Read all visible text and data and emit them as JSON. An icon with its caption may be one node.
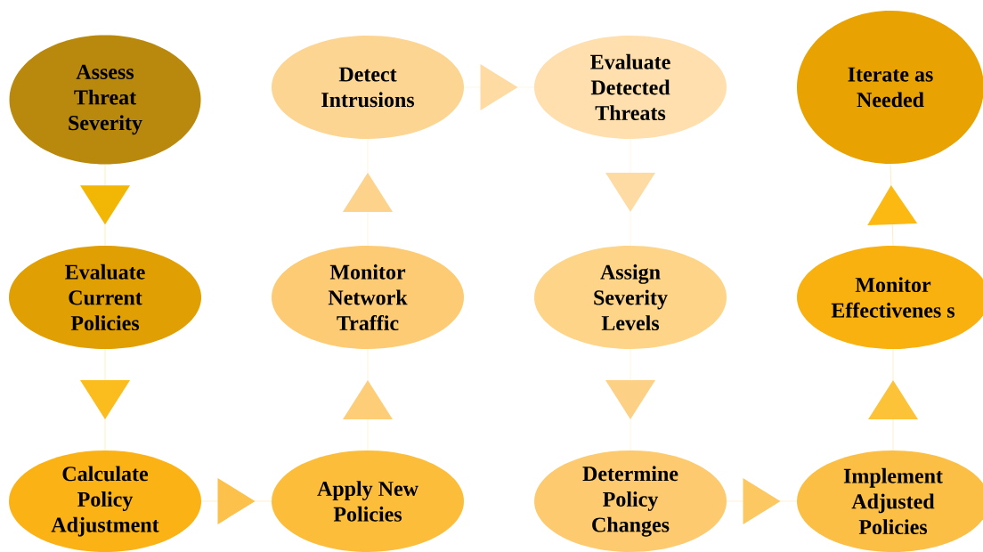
{
  "diagram": {
    "nodes": [
      {
        "text": [
          "Assess Threat Severity"
        ]
      },
      {
        "text": [
          "Detect Intrusions"
        ]
      },
      {
        "text": [
          "Evaluate Detected Threats"
        ]
      },
      {
        "text": [
          "Iterate as Needed"
        ]
      },
      {
        "text": [
          "Evaluate Current Policies"
        ]
      },
      {
        "text": [
          "Monitor Network Traffic"
        ]
      },
      {
        "text": [
          "Assign Severity Levels"
        ]
      },
      {
        "text": [
          "Monitor Effectivenes s"
        ]
      },
      {
        "text": [
          "Calculate Policy Adjustment"
        ]
      },
      {
        "text": [
          "Apply New Policies"
        ]
      },
      {
        "text": [
          "Determine Policy Changes"
        ]
      },
      {
        "text": [
          "Implement Adjusted Policies"
        ]
      }
    ],
    "edges": [
      {
        "from": 0,
        "to": 4,
        "arrow": "to",
        "color": "#f2b705"
      },
      {
        "from": 4,
        "to": 8,
        "arrow": "to",
        "color": "#fbbd1e"
      },
      {
        "from": 8,
        "to": 9,
        "arrow": "to",
        "color": "#fcc14a"
      },
      {
        "from": 9,
        "to": 5,
        "arrow": "to",
        "color": "#fdcd78"
      },
      {
        "from": 5,
        "to": 1,
        "arrow": "to",
        "color": "#fdd28a"
      },
      {
        "from": 1,
        "to": 2,
        "arrow": "to",
        "color": "#fddba2"
      },
      {
        "from": 2,
        "to": 6,
        "arrow": "to",
        "color": "#fddba2"
      },
      {
        "from": 6,
        "to": 10,
        "arrow": "to",
        "color": "#fdd185"
      },
      {
        "from": 10,
        "to": 11,
        "arrow": "to",
        "color": "#fcc862"
      },
      {
        "from": 11,
        "to": 7,
        "arrow": "to",
        "color": "#fcc238"
      },
      {
        "from": 7,
        "to": 3,
        "arrow": "to",
        "color": "#fbb912"
      }
    ]
  }
}
